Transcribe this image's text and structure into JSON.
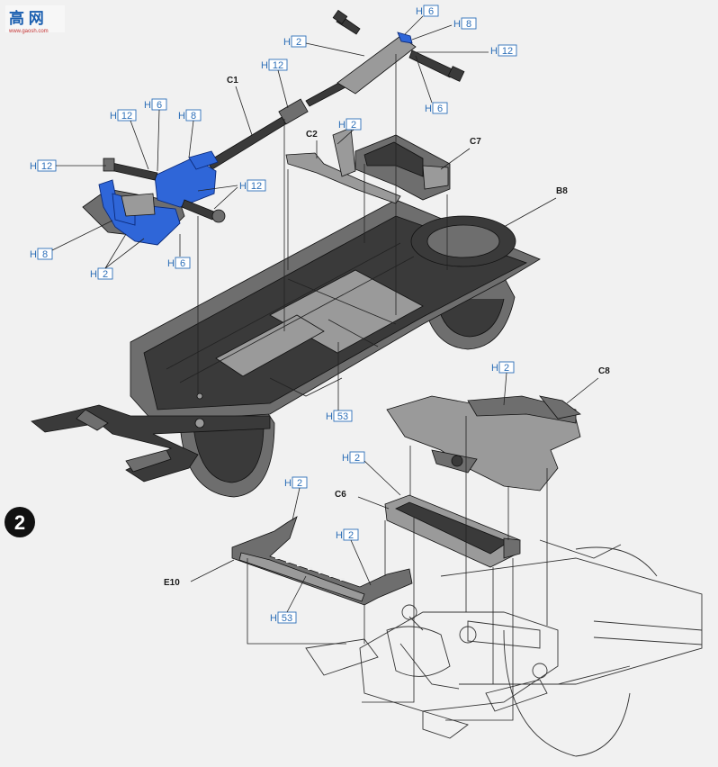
{
  "logo": {
    "text": "高 网",
    "url_text": "www.gaosh.com"
  },
  "step": {
    "number": "2"
  },
  "part_labels": {
    "C1": "C1",
    "C2": "C2",
    "C7": "C7",
    "B8": "B8",
    "C8": "C8",
    "C6": "C6",
    "E10": "E10"
  },
  "callouts": {
    "h_letter": "H",
    "n6a": "6",
    "n8a": "8",
    "n2a": "2",
    "n12a": "12",
    "n12b": "12",
    "n6b": "6",
    "n12c": "12",
    "n6c": "6",
    "n8b": "8",
    "n12d": "12",
    "n12e": "12",
    "n8c": "8",
    "n2b": "2",
    "n6d": "6",
    "n2c": "2",
    "n53a": "53",
    "n2d": "2",
    "n2e": "2",
    "n2f": "2",
    "n2g": "2",
    "n53b": "53"
  },
  "colors": {
    "highlight": "#2f66d8",
    "callout": "#2d6fb8",
    "part": "#555555"
  }
}
